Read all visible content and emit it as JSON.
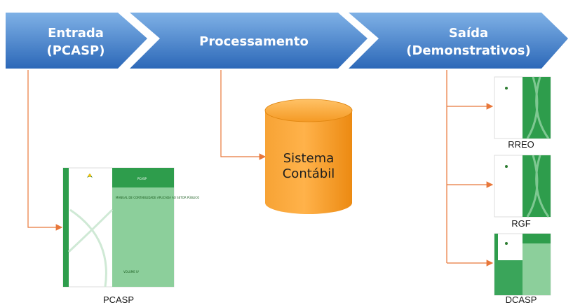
{
  "stages": [
    {
      "line1": "Entrada",
      "line2": "(PCASP)"
    },
    {
      "line1": "Processamento",
      "line2": ""
    },
    {
      "line1": "Saída",
      "line2": "(Demonstrativos)"
    }
  ],
  "system": {
    "line1": "Sistema",
    "line2": "Contábil"
  },
  "documents": {
    "pcasp": {
      "caption": "PCASP",
      "cover_title": "PCASP",
      "cover_subtitle": "MANUAL DE CONTABILIDADE APLICADA AO SETOR PÚBLICO",
      "cover_volume": "VOLUME IV"
    },
    "rreo": {
      "caption": "RREO"
    },
    "rgf": {
      "caption": "RGF"
    },
    "dcasp": {
      "caption": "DCASP"
    }
  },
  "colors": {
    "chevron_top": "#6fa4dc",
    "chevron_bottom": "#2f6fbf",
    "connector": "#e8773a",
    "cylinder": "#f7941d",
    "cover_green": "#2e9d4c"
  }
}
